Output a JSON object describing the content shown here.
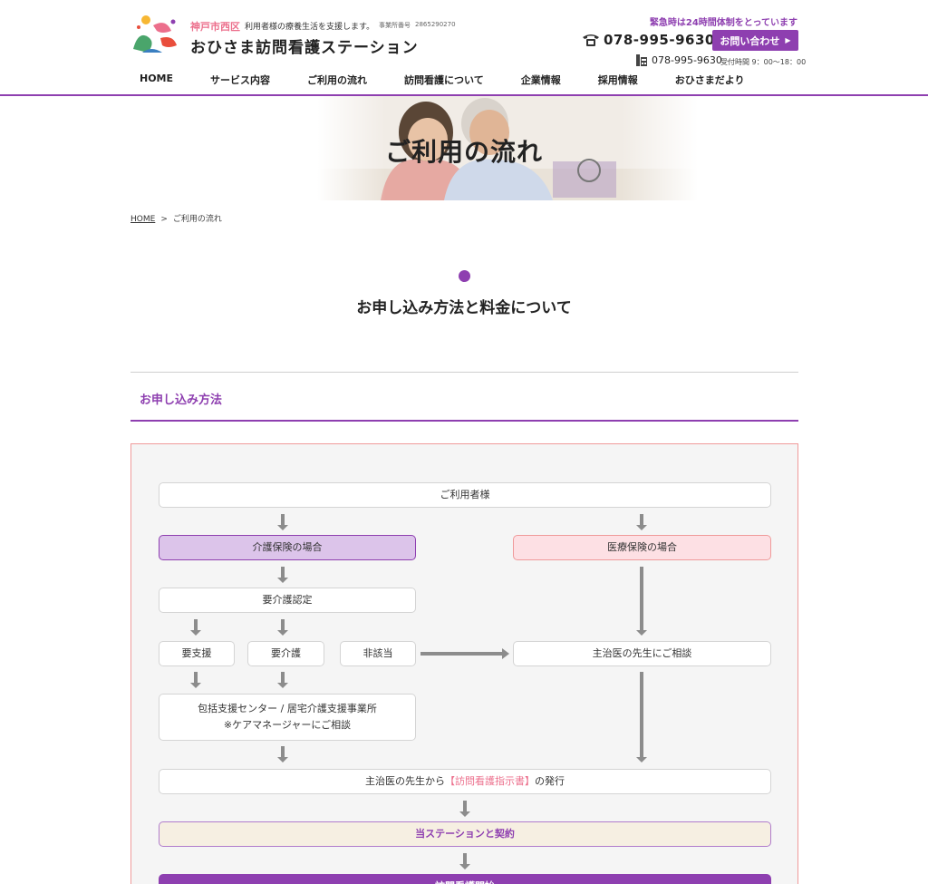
{
  "header": {
    "area": "神戸市西区",
    "tagline": "利用者様の療養生活を支援します。",
    "office_label": "事業所番号",
    "office_number": "2865290270",
    "site_title": "おひさま訪問看護ステーション",
    "emergency": "緊急時は24時間体制をとっています",
    "phone": "078-995-9630",
    "contact_button": "お問い合わせ",
    "fax": "078-995-9630",
    "hours": "受付時間 9：00〜18：00"
  },
  "nav": {
    "items": [
      "HOME",
      "サービス内容",
      "ご利用の流れ",
      "訪問看護について",
      "企業情報",
      "採用情報",
      "おひさまだより"
    ]
  },
  "hero": {
    "title": "ご利用の流れ"
  },
  "breadcrumb": {
    "home": "HOME",
    "sep": ">",
    "current": "ご利用の流れ"
  },
  "section": {
    "title": "お申し込み方法と料金について",
    "subheading": "お申し込み方法"
  },
  "flow": {
    "user": "ご利用者様",
    "kaigo": "介護保険の場合",
    "iryo": "医療保険の場合",
    "nintei": "要介護認定",
    "yoshien": "要支援",
    "yokaigo": "要介護",
    "higaito": "非該当",
    "doctor_consult": "主治医の先生にご相談",
    "center_line1": "包括支援センター / 居宅介護支援事業所",
    "center_line2": "※ケアマネージャーにご相談",
    "issue_prefix": "主治医の先生から",
    "issue_doc": "【訪問看護指示書】",
    "issue_suffix": "の発行",
    "contract": "当ステーションと契約",
    "start": "訪問看護開始"
  },
  "colors": {
    "accent": "#8e3fb0",
    "pink": "#ec6f8c",
    "kaigo_bg": "#dcc4ea",
    "iryo_bg": "#fde0e4"
  }
}
